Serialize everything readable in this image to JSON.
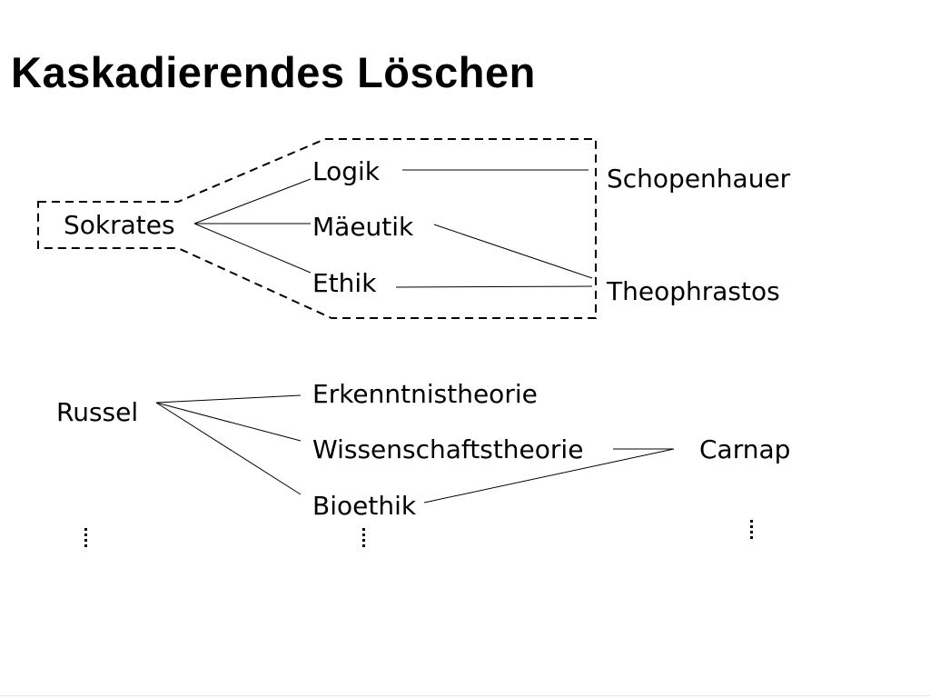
{
  "title": "Kaskadierendes Löschen",
  "group1": {
    "root": "Sokrates",
    "topics": [
      "Logik",
      "Mäeutik",
      "Ethik"
    ],
    "persons": [
      "Schopenhauer",
      "Theophrastos"
    ]
  },
  "group2": {
    "root": "Russel",
    "topics": [
      "Erkenntnistheorie",
      "Wissenschaftstheorie",
      "Bioethik"
    ],
    "persons": [
      "Carnap"
    ]
  },
  "edges": [
    [
      "Sokrates",
      "Logik"
    ],
    [
      "Sokrates",
      "Mäeutik"
    ],
    [
      "Sokrates",
      "Ethik"
    ],
    [
      "Logik",
      "Schopenhauer"
    ],
    [
      "Mäeutik",
      "Theophrastos"
    ],
    [
      "Ethik",
      "Theophrastos"
    ],
    [
      "Russel",
      "Erkenntnistheorie"
    ],
    [
      "Russel",
      "Wissenschaftstheorie"
    ],
    [
      "Russel",
      "Bioethik"
    ],
    [
      "Wissenschaftstheorie",
      "Carnap"
    ],
    [
      "Bioethik",
      "Carnap"
    ]
  ],
  "deletion_region": {
    "style": "dashed",
    "covers": [
      "Sokrates",
      "Logik",
      "Mäeutik",
      "Ethik"
    ]
  },
  "continuation_marker": "⋮"
}
